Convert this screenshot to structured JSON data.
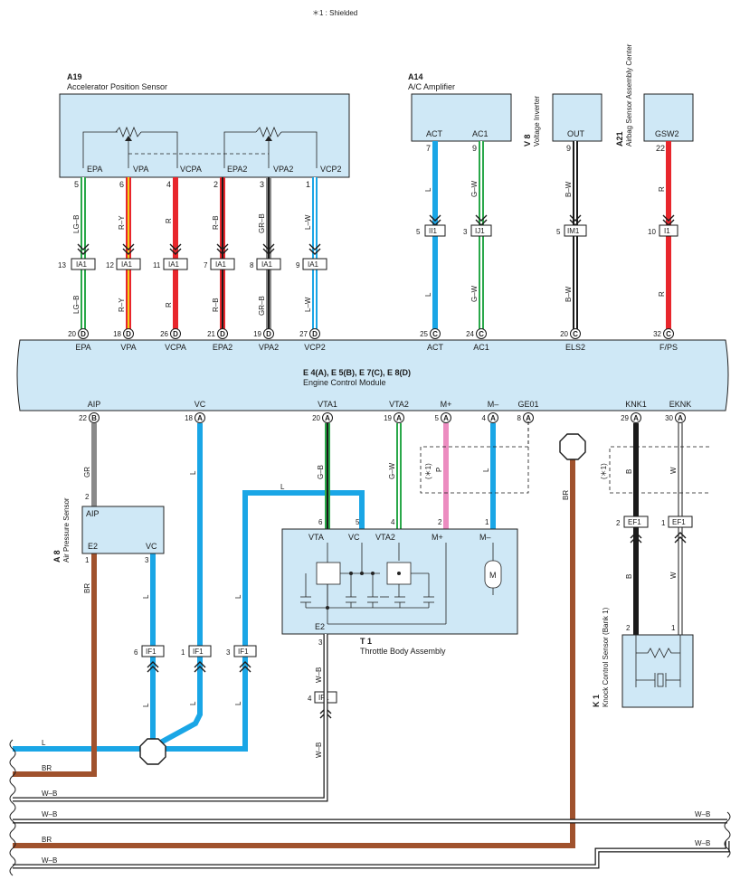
{
  "note": "＊1 : Shielded",
  "colors": {
    "box_fill": "#cfe8f6",
    "blue": "#1aa6e6",
    "red": "#e8262c",
    "green": "#2aa84a",
    "brown": "#a0522d",
    "black": "#1a1a1a",
    "gray": "#8a8a8a",
    "pink": "#ec8cc0",
    "white_wire": "#ffffff",
    "yellow": "#f2d21a"
  },
  "components": {
    "a19": {
      "code": "A19",
      "name": "Accelerator Position Sensor",
      "pins": [
        "EPA",
        "VPA",
        "VCPA",
        "EPA2",
        "VPA2",
        "VCP2"
      ],
      "pin_numbers": [
        "5",
        "6",
        "4",
        "2",
        "3",
        "1"
      ]
    },
    "a14": {
      "code": "A14",
      "name": "A/C Amplifier",
      "pins": [
        "ACT",
        "AC1"
      ],
      "pin_numbers": [
        "7",
        "9"
      ]
    },
    "v8": {
      "code": "V 8",
      "name": "Voltage Inverter",
      "pin": "OUT",
      "pin_number": "9"
    },
    "a21": {
      "code": "A21",
      "name": "Airbag Sensor Assembly Center",
      "pin": "GSW2",
      "pin_number": "22"
    },
    "ecm": {
      "codes": "E 4(A), E 5(B), E 7(C), E 8(D)",
      "name": "Engine Control Module",
      "top_pins": [
        {
          "num": "20",
          "conn": "D",
          "name": "EPA"
        },
        {
          "num": "18",
          "conn": "D",
          "name": "VPA"
        },
        {
          "num": "26",
          "conn": "D",
          "name": "VCPA"
        },
        {
          "num": "21",
          "conn": "D",
          "name": "EPA2"
        },
        {
          "num": "19",
          "conn": "D",
          "name": "VPA2"
        },
        {
          "num": "27",
          "conn": "D",
          "name": "VCP2"
        },
        {
          "num": "25",
          "conn": "C",
          "name": "ACT"
        },
        {
          "num": "24",
          "conn": "C",
          "name": "AC1"
        },
        {
          "num": "20",
          "conn": "C",
          "name": "ELS2"
        },
        {
          "num": "32",
          "conn": "C",
          "name": "F/PS"
        }
      ],
      "bottom_pins": [
        {
          "num": "22",
          "conn": "B",
          "name": "AIP"
        },
        {
          "num": "18",
          "conn": "A",
          "name": "VC"
        },
        {
          "num": "20",
          "conn": "A",
          "name": "VTA1"
        },
        {
          "num": "19",
          "conn": "A",
          "name": "VTA2"
        },
        {
          "num": "5",
          "conn": "A",
          "name": "M+"
        },
        {
          "num": "4",
          "conn": "A",
          "name": "M–"
        },
        {
          "num": "8",
          "conn": "A",
          "name": "GE01"
        },
        {
          "num": "29",
          "conn": "A",
          "name": "KNK1"
        },
        {
          "num": "30",
          "conn": "A",
          "name": "EKNK"
        }
      ]
    },
    "a8": {
      "code": "A 8",
      "name": "Air Pressure Sensor",
      "pins": [
        "AIP",
        "E2",
        "VC"
      ],
      "pin_numbers": [
        "2",
        "1",
        "3"
      ]
    },
    "t1": {
      "code": "T 1",
      "name": "Throttle Body Assembly",
      "pins": [
        "VTA",
        "VC",
        "VTA2",
        "M+",
        "M–",
        "E2"
      ],
      "pin_numbers": [
        "6",
        "5",
        "4",
        "2",
        "1",
        "3"
      ],
      "motor": "M"
    },
    "k1": {
      "code": "K 1",
      "name": "Knock Control Sensor (Bank 1)",
      "pin_numbers": [
        "2",
        "1"
      ]
    }
  },
  "wire_codes": {
    "lg_b": "LG–B",
    "r_y": "R–Y",
    "r": "R",
    "r_b": "R–B",
    "gr_b": "GR–B",
    "l_w": "L–W",
    "l": "L",
    "g_w": "G–W",
    "b_w": "B–W",
    "g_b": "G–B",
    "gr": "GR",
    "br": "BR",
    "p": "P",
    "b": "B",
    "w": "W",
    "w_b": "W–B"
  },
  "connectors": {
    "ia1": "IA1",
    "ii1": "II1",
    "ij1": "IJ1",
    "im1": "IM1",
    "if1": "IF1",
    "ef1": "EF1"
  },
  "shield_mark": "(＊1)"
}
